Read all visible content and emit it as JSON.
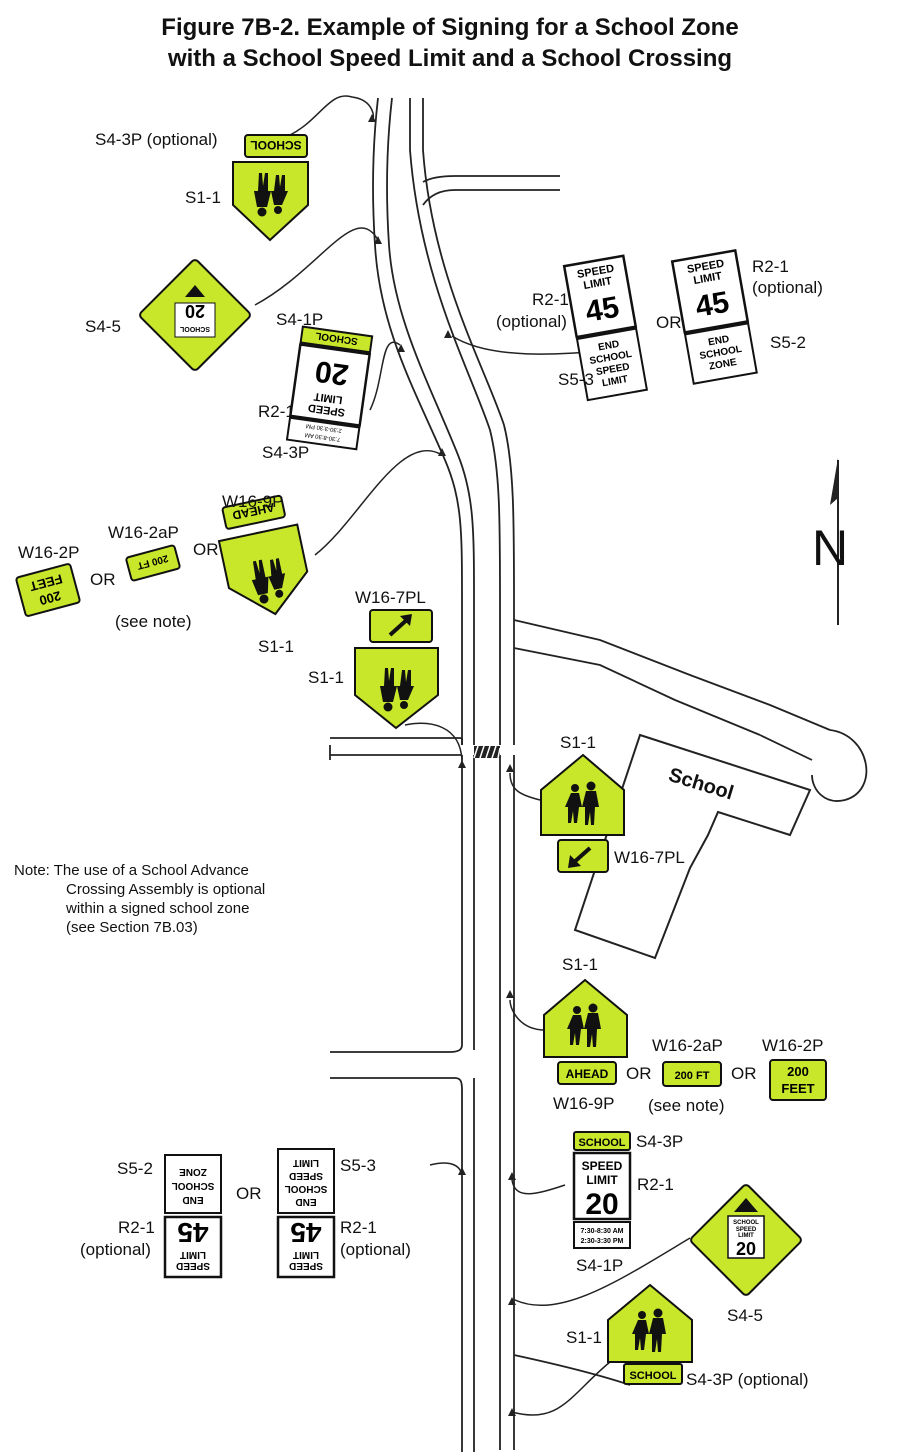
{
  "title": {
    "line1": "Figure 7B-2.  Example of Signing for a School Zone",
    "line2": "with a School Speed Limit and a School Crossing"
  },
  "colors": {
    "sign_yellow_green": "#c8e62a",
    "sign_border": "#111111",
    "road_line": "#222222"
  },
  "labels": {
    "s4_3p_optional_top": "S4-3P (optional)",
    "s1_1_top": "S1-1",
    "s4_5_left": "S4-5",
    "s4_1p_left": "S4-1P",
    "r2_1_left": "R2-1",
    "s4_3p_left": "S4-3P",
    "w16_9p_left": "W16-9P",
    "w16_2ap_left": "W16-2aP",
    "w16_2p_left": "W16-2P",
    "or": "OR",
    "see_note": "(see note)",
    "s1_1_left": "S1-1",
    "w16_7pl_top": "W16-7PL",
    "s1_1_mid": "S1-1",
    "r2_1_right1": "R2-1",
    "optional": "(optional)",
    "s5_3_right": "S5-3",
    "r2_1_right2": "R2-1",
    "s5_2_right": "S5-2",
    "north": "N",
    "s1_1_cross": "S1-1",
    "school": "School",
    "w16_7pl_cross": "W16-7PL",
    "s1_1_adv": "S1-1",
    "w16_2ap_right": "W16-2aP",
    "w16_2p_right": "W16-2P",
    "w16_9p_right": "W16-9P",
    "s4_3p_right": "S4-3P",
    "r2_1_lower": "R2-1",
    "s4_1p_right": "S4-1P",
    "s5_2_lower": "S5-2",
    "s5_3_lower": "S5-3",
    "r2_1_lower_left": "R2-1",
    "r2_1_lower_right": "R2-1",
    "s4_5_right": "S4-5",
    "s1_1_bottom": "S1-1",
    "s4_3p_optional_bottom": "S4-3P (optional)"
  },
  "note": {
    "line1": "Note:  The use of a School Advance",
    "line2": "Crossing Assembly is optional",
    "line3": "within a signed school zone",
    "line4": "(see Section 7B.03)"
  },
  "sign_text": {
    "school": "SCHOOL",
    "speed": "SPEED",
    "limit": "LIMIT",
    "v20": "20",
    "v45": "45",
    "end": "END",
    "zone": "ZONE",
    "ahead": "AHEAD",
    "ft200": "200 FT",
    "n200": "200",
    "feet": "FEET",
    "time1": "7:30-8:30 AM",
    "time2": "2:30-3:30 PM"
  }
}
